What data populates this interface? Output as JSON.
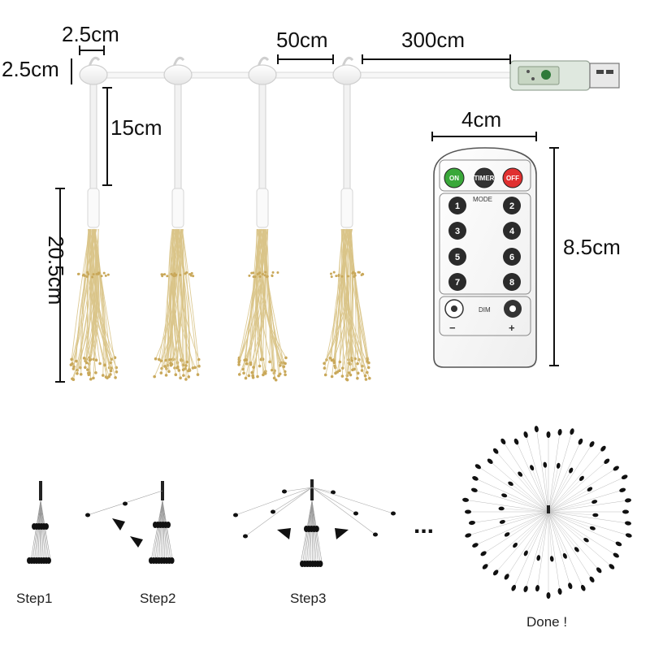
{
  "dimensions": {
    "bulb_width": "2.5cm",
    "bulb_height": "2.5cm",
    "spacing": "50cm",
    "lead_cable": "300cm",
    "drop_length": "15cm",
    "tassel_length": "20.5cm",
    "remote_width": "4cm",
    "remote_height": "8.5cm"
  },
  "remote": {
    "top_buttons": [
      {
        "label": "ON",
        "color": "#3aa83a"
      },
      {
        "label": "TIMER",
        "color": "#333333"
      },
      {
        "label": "OFF",
        "color": "#e03030"
      }
    ],
    "mode_label": "MODE",
    "number_buttons": [
      "1",
      "2",
      "3",
      "4",
      "5",
      "6",
      "7",
      "8"
    ],
    "dim_label": "DIM",
    "minus": "−",
    "plus": "+"
  },
  "steps": {
    "step1": "Step1",
    "step2": "Step2",
    "step3": "Step3",
    "ellipsis": "...",
    "done": "Done !"
  },
  "colors": {
    "tassel": "#d9c488",
    "led_tip": "#111111",
    "cable": "#f2f2f2"
  }
}
